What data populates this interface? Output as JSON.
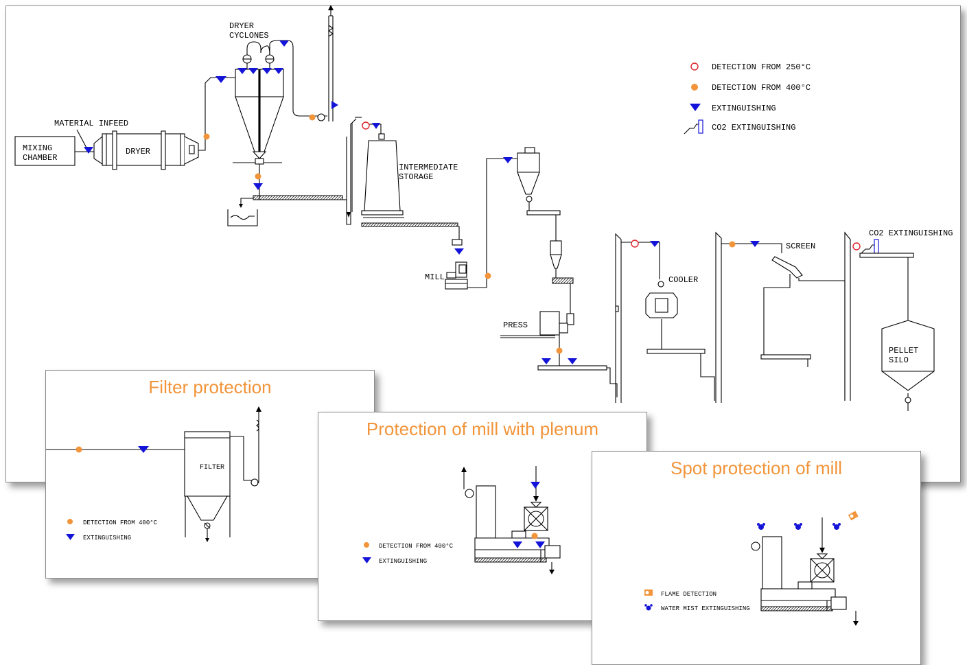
{
  "main": {
    "labels": {
      "mixing_chamber_1": "MIXING",
      "mixing_chamber_2": "CHAMBER",
      "material_infeed": "MATERIAL INFEED",
      "dryer": "DRYER",
      "dryer_cyclones_1": "DRYER",
      "dryer_cyclones_2": "CYCLONES",
      "intermediate_storage_1": "INTERMEDIATE",
      "intermediate_storage_2": "STORAGE",
      "mill": "MILL",
      "press": "PRESS",
      "cooler": "COOLER",
      "screen": "SCREEN",
      "co2_extinguishing": "CO2 EXTINGUISHING",
      "pellet_silo_1": "PELLET",
      "pellet_silo_2": "SILO"
    },
    "legend": [
      {
        "symbol": "red-circle",
        "label": "DETECTION FROM 250°C"
      },
      {
        "symbol": "orange-dot",
        "label": "DETECTION FROM 400°C"
      },
      {
        "symbol": "blue-triangle",
        "label": "EXTINGUISHING"
      },
      {
        "symbol": "co2-bottle",
        "label": "CO2 EXTINGUISHING"
      }
    ]
  },
  "filter_panel": {
    "title": "Filter protection",
    "filter_label": "FILTER",
    "legend": [
      {
        "symbol": "orange-dot",
        "label": "DETECTION FROM 400°C"
      },
      {
        "symbol": "blue-triangle",
        "label": "EXTINGUISHING"
      }
    ]
  },
  "mill_plenum_panel": {
    "title": "Protection of mill with plenum",
    "legend": [
      {
        "symbol": "orange-dot",
        "label": "DETECTION FROM 400°C"
      },
      {
        "symbol": "blue-triangle",
        "label": "EXTINGUISHING"
      }
    ]
  },
  "spot_panel": {
    "title": "Spot protection of mill",
    "legend": [
      {
        "symbol": "flame-detector",
        "label": "FLAME DETECTION"
      },
      {
        "symbol": "water-mist-nozzle",
        "label": "WATER MIST EXTINGUISHING"
      }
    ]
  },
  "colors": {
    "title": "#f2943a",
    "extinguishing": "#1414d8",
    "detection_400": "#f2943a",
    "detection_250": "#e0202a"
  }
}
